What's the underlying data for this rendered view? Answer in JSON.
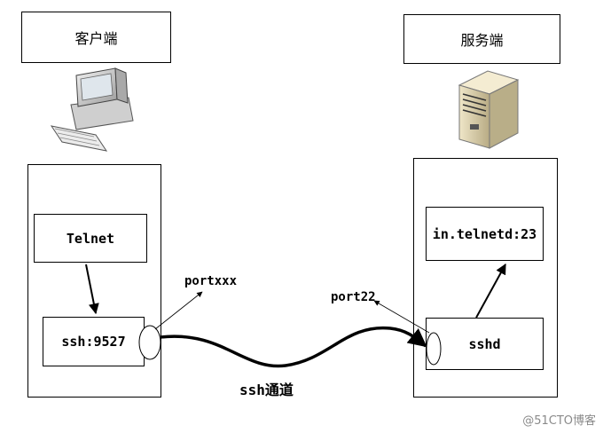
{
  "client": {
    "title": "客户端",
    "telnet_label": "Telnet",
    "ssh_label": "ssh:9527",
    "port_label": "portxxx"
  },
  "server": {
    "title": "服务端",
    "telnetd_label": "in.telnetd:23",
    "sshd_label": "sshd",
    "port_label": "port22"
  },
  "tunnel_label": "ssh通道",
  "watermark": "@51CTO博客"
}
